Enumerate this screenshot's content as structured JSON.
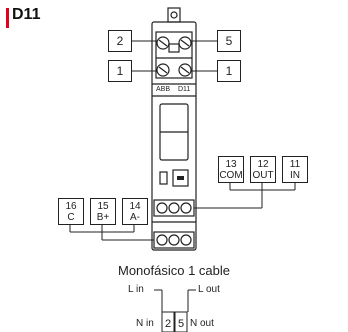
{
  "title": "D11",
  "device": {
    "brand": "ABB",
    "model": "D11"
  },
  "top_terminals": [
    {
      "left": "2",
      "right": "5"
    },
    {
      "left": "1",
      "right": "1"
    }
  ],
  "right_terminals": [
    {
      "num": "13",
      "label": "COM"
    },
    {
      "num": "12",
      "label": "OUT"
    },
    {
      "num": "11",
      "label": "IN"
    }
  ],
  "left_terminals": [
    {
      "num": "16",
      "label": "C"
    },
    {
      "num": "15",
      "label": "B+"
    },
    {
      "num": "14",
      "label": "A-"
    }
  ],
  "caption": "Monofásico 1 cable",
  "bottom_wiring": {
    "l_in": "L in",
    "l_out": "L out",
    "n_in": "N in",
    "n_out": "N out",
    "box_left": "2",
    "box_right": "5"
  },
  "colors": {
    "accent": "#e2001a",
    "line": "#222222"
  }
}
